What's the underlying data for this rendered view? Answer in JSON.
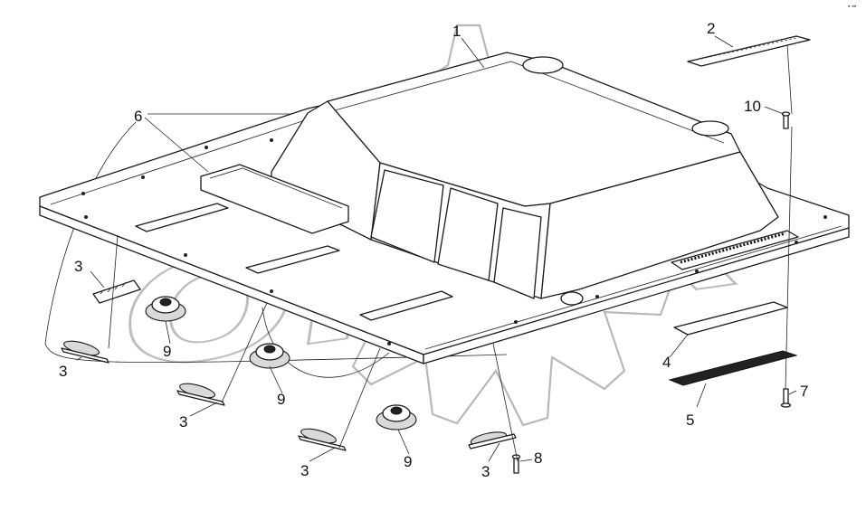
{
  "corner_mark": "▪ ▪▪",
  "watermark_text": "OPEX",
  "callouts": [
    {
      "id": "c1",
      "label": "1"
    },
    {
      "id": "c2",
      "label": "2"
    },
    {
      "id": "c3a",
      "label": "3"
    },
    {
      "id": "c3b",
      "label": "3"
    },
    {
      "id": "c3c",
      "label": "3"
    },
    {
      "id": "c3d",
      "label": "3"
    },
    {
      "id": "c3e",
      "label": "3"
    },
    {
      "id": "c4",
      "label": "4"
    },
    {
      "id": "c5",
      "label": "5"
    },
    {
      "id": "c6",
      "label": "6"
    },
    {
      "id": "c7",
      "label": "7"
    },
    {
      "id": "c8",
      "label": "8"
    },
    {
      "id": "c9a",
      "label": "9"
    },
    {
      "id": "c9b",
      "label": "9"
    },
    {
      "id": "c9c",
      "label": "9"
    },
    {
      "id": "c10",
      "label": "10"
    }
  ]
}
